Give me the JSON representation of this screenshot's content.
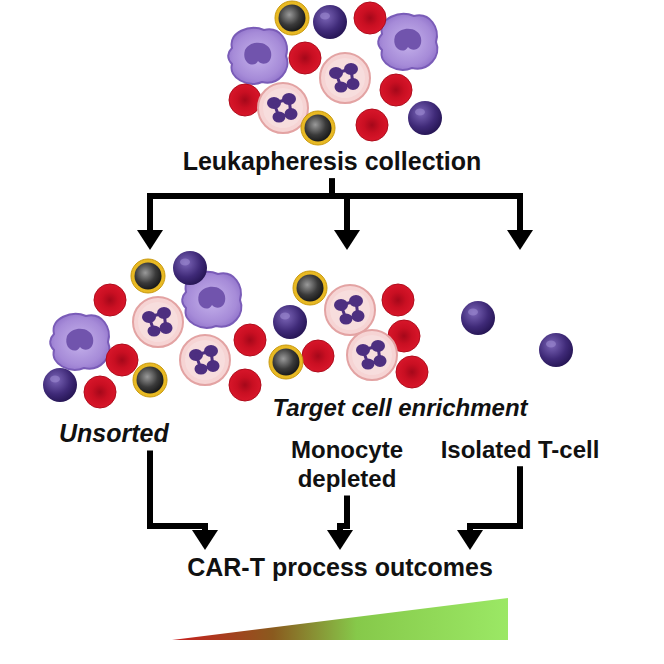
{
  "diagram": {
    "nodes": [
      {
        "text": [
          "Leukapheresis collection"
        ]
      },
      {
        "text": [
          "Unsorted"
        ]
      },
      {
        "text": [
          "Monocyte depleted"
        ]
      },
      {
        "text": [
          "Isolated T-cell"
        ]
      },
      {
        "text": [
          "CAR-T process outcomes"
        ]
      }
    ],
    "edges": [
      {
        "from": 0,
        "to": 1,
        "arrow": "to"
      },
      {
        "from": 0,
        "to": 2,
        "arrow": "to"
      },
      {
        "from": 0,
        "to": 3,
        "arrow": "to"
      },
      {
        "from": 1,
        "to": 4,
        "arrow": "to"
      },
      {
        "from": 2,
        "to": 4,
        "arrow": "to"
      },
      {
        "from": 3,
        "to": 4,
        "arrow": "to"
      }
    ],
    "labels": [
      "Target cell enrichment"
    ]
  }
}
